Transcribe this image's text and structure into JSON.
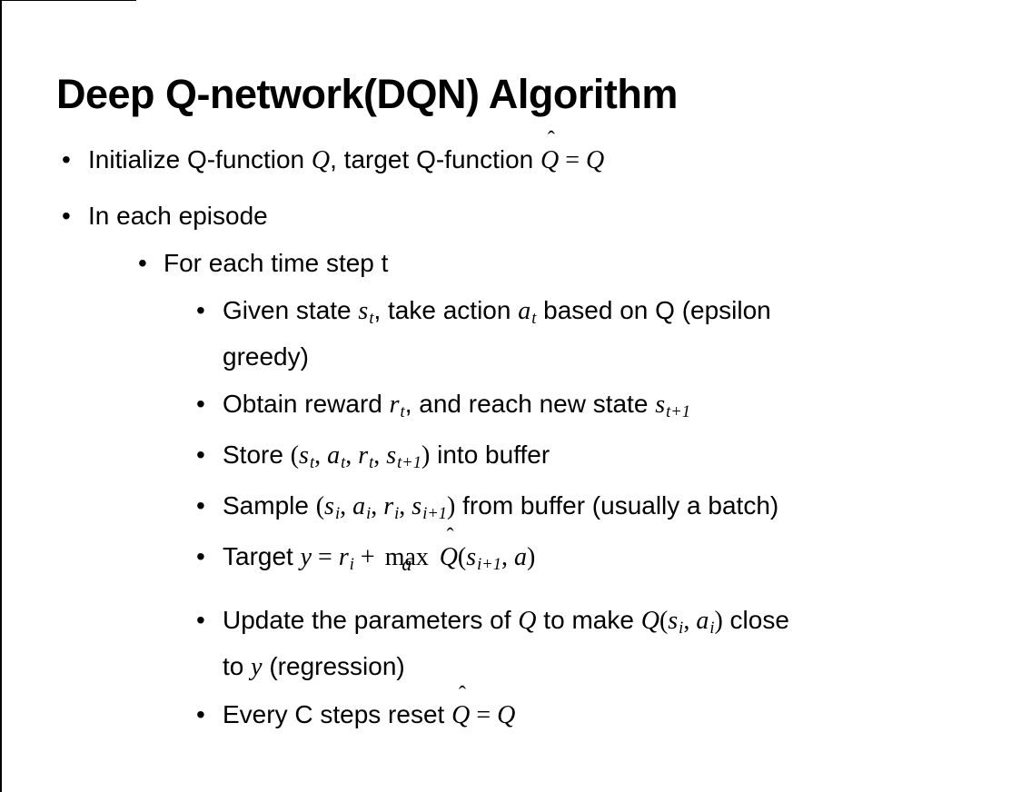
{
  "title": "Deep Q-network(DQN) Algorithm",
  "bullet_char": "•",
  "hat_char": "ˆ",
  "colors": {
    "text": "#000000",
    "background": "#ffffff",
    "edge": "#000000"
  },
  "bullets": [
    {
      "level": 1,
      "segments": [
        {
          "t": "Initialize Q-function "
        },
        {
          "m": "Q"
        },
        {
          "t": ", target Q-function "
        },
        {
          "hat": "Q"
        },
        {
          "r": " = "
        },
        {
          "m": "Q"
        }
      ]
    },
    {
      "level": 1,
      "segments": [
        {
          "t": "In each episode"
        }
      ]
    },
    {
      "level": 2,
      "segments": [
        {
          "t": "For each time step t"
        }
      ]
    },
    {
      "level": 3,
      "segments": [
        {
          "t": "Given state "
        },
        {
          "m": "s",
          "sub": "t"
        },
        {
          "t": ", take action "
        },
        {
          "m": "a",
          "sub": "t"
        },
        {
          "t": " based on Q (epsilon"
        },
        {
          "br": true
        },
        {
          "t": "greedy)"
        }
      ]
    },
    {
      "level": 3,
      "segments": [
        {
          "t": "Obtain reward "
        },
        {
          "m": "r",
          "sub": "t"
        },
        {
          "t": ", and reach new state "
        },
        {
          "m": "s",
          "sub": "t+1"
        }
      ]
    },
    {
      "level": 3,
      "segments": [
        {
          "t": "Store "
        },
        {
          "r": "("
        },
        {
          "m": "s",
          "sub": "t"
        },
        {
          "r": ", "
        },
        {
          "m": "a",
          "sub": "t"
        },
        {
          "r": ", "
        },
        {
          "m": "r",
          "sub": "t"
        },
        {
          "r": ", "
        },
        {
          "m": "s",
          "sub": "t+1"
        },
        {
          "r": ")"
        },
        {
          "t": " into buffer"
        }
      ]
    },
    {
      "level": 3,
      "segments": [
        {
          "t": "Sample "
        },
        {
          "r": "("
        },
        {
          "m": "s",
          "sub": "i"
        },
        {
          "r": ", "
        },
        {
          "m": "a",
          "sub": "i"
        },
        {
          "r": ", "
        },
        {
          "m": "r",
          "sub": "i"
        },
        {
          "r": ", "
        },
        {
          "m": "s",
          "sub": "i+1"
        },
        {
          "r": ")"
        },
        {
          "t": " from buffer (usually a batch)"
        }
      ]
    },
    {
      "level": 3,
      "segments": [
        {
          "t": "Target "
        },
        {
          "m": "y"
        },
        {
          "r": " = "
        },
        {
          "m": "r",
          "sub": "i"
        },
        {
          "r": " + "
        },
        {
          "max": "max",
          "sub": "a"
        },
        {
          "t": " "
        },
        {
          "hat": "Q"
        },
        {
          "r": "("
        },
        {
          "m": "s",
          "sub": "i+1"
        },
        {
          "r": ", "
        },
        {
          "m": "a"
        },
        {
          "r": ")"
        }
      ]
    },
    {
      "level": 3,
      "segments": [
        {
          "t": "Update the parameters of "
        },
        {
          "m": "Q"
        },
        {
          "t": " to make "
        },
        {
          "m": "Q"
        },
        {
          "r": "("
        },
        {
          "m": "s",
          "sub": "i"
        },
        {
          "r": ", "
        },
        {
          "m": "a",
          "sub": "i"
        },
        {
          "r": ")"
        },
        {
          "t": " close"
        },
        {
          "br": true
        },
        {
          "t": "to "
        },
        {
          "m": "y"
        },
        {
          "t": " (regression)"
        }
      ]
    },
    {
      "level": 3,
      "segments": [
        {
          "t": "Every C steps reset "
        },
        {
          "hat": "Q"
        },
        {
          "r": " = "
        },
        {
          "m": "Q"
        }
      ]
    }
  ]
}
